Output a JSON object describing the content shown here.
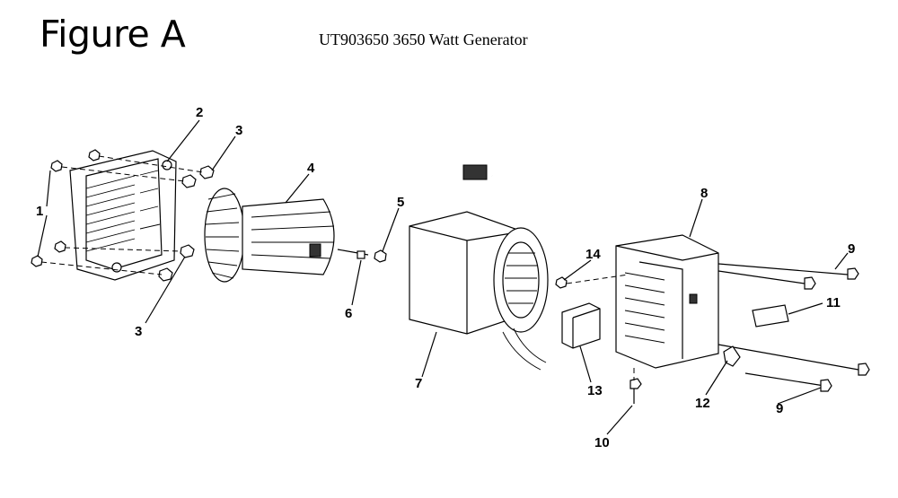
{
  "figure": {
    "title": "Figure A",
    "subtitle": "UT903650 3650 Watt Generator"
  },
  "callouts": {
    "c1": "1",
    "c2": "2",
    "c3a": "3",
    "c3b": "3",
    "c4": "4",
    "c5": "5",
    "c6": "6",
    "c7": "7",
    "c8": "8",
    "c9a": "9",
    "c9b": "9",
    "c10": "10",
    "c11": "11",
    "c12": "12",
    "c13": "13",
    "c14": "14"
  }
}
